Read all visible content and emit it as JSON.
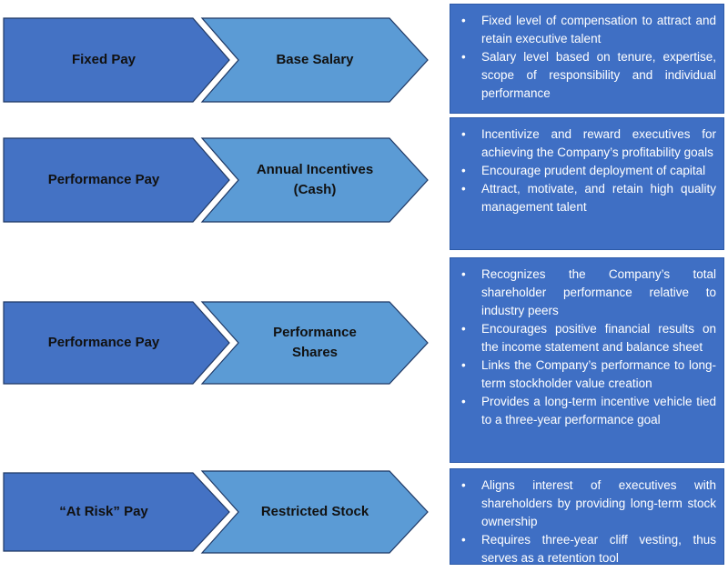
{
  "colors": {
    "dark_chevron": "#4472c4",
    "light_chevron": "#5b9bd5",
    "desc_box": "#3f6fc4",
    "outline": "#1f3864"
  },
  "rows": [
    {
      "category": "Fixed Pay",
      "component": "Base Salary",
      "bullets": [
        "Fixed level of compensation to attract and retain executive talent",
        "Salary level based on tenure, expertise, scope of responsibility and individual performance"
      ]
    },
    {
      "category": "Performance Pay",
      "component": "Annual Incentives\n(Cash)",
      "bullets": [
        "Incentivize and reward executives for achieving the Company’s profitability goals",
        "Encourage prudent deployment of capital",
        "Attract, motivate, and retain high quality management talent"
      ]
    },
    {
      "category": "Performance Pay",
      "component": "Performance\nShares",
      "bullets": [
        "Recognizes the Company’s total shareholder performance relative to industry peers",
        "Encourages positive financial results on the income statement and balance sheet",
        "Links the Company’s performance to long-term stockholder value creation",
        "Provides a long-term incentive vehicle tied to a three-year performance goal"
      ]
    },
    {
      "category": "“At Risk” Pay",
      "component": "Restricted Stock",
      "bullets": [
        "Aligns interest of executives with shareholders by providing long-term stock ownership",
        "Requires three-year cliff vesting, thus serves as a retention tool"
      ]
    }
  ]
}
